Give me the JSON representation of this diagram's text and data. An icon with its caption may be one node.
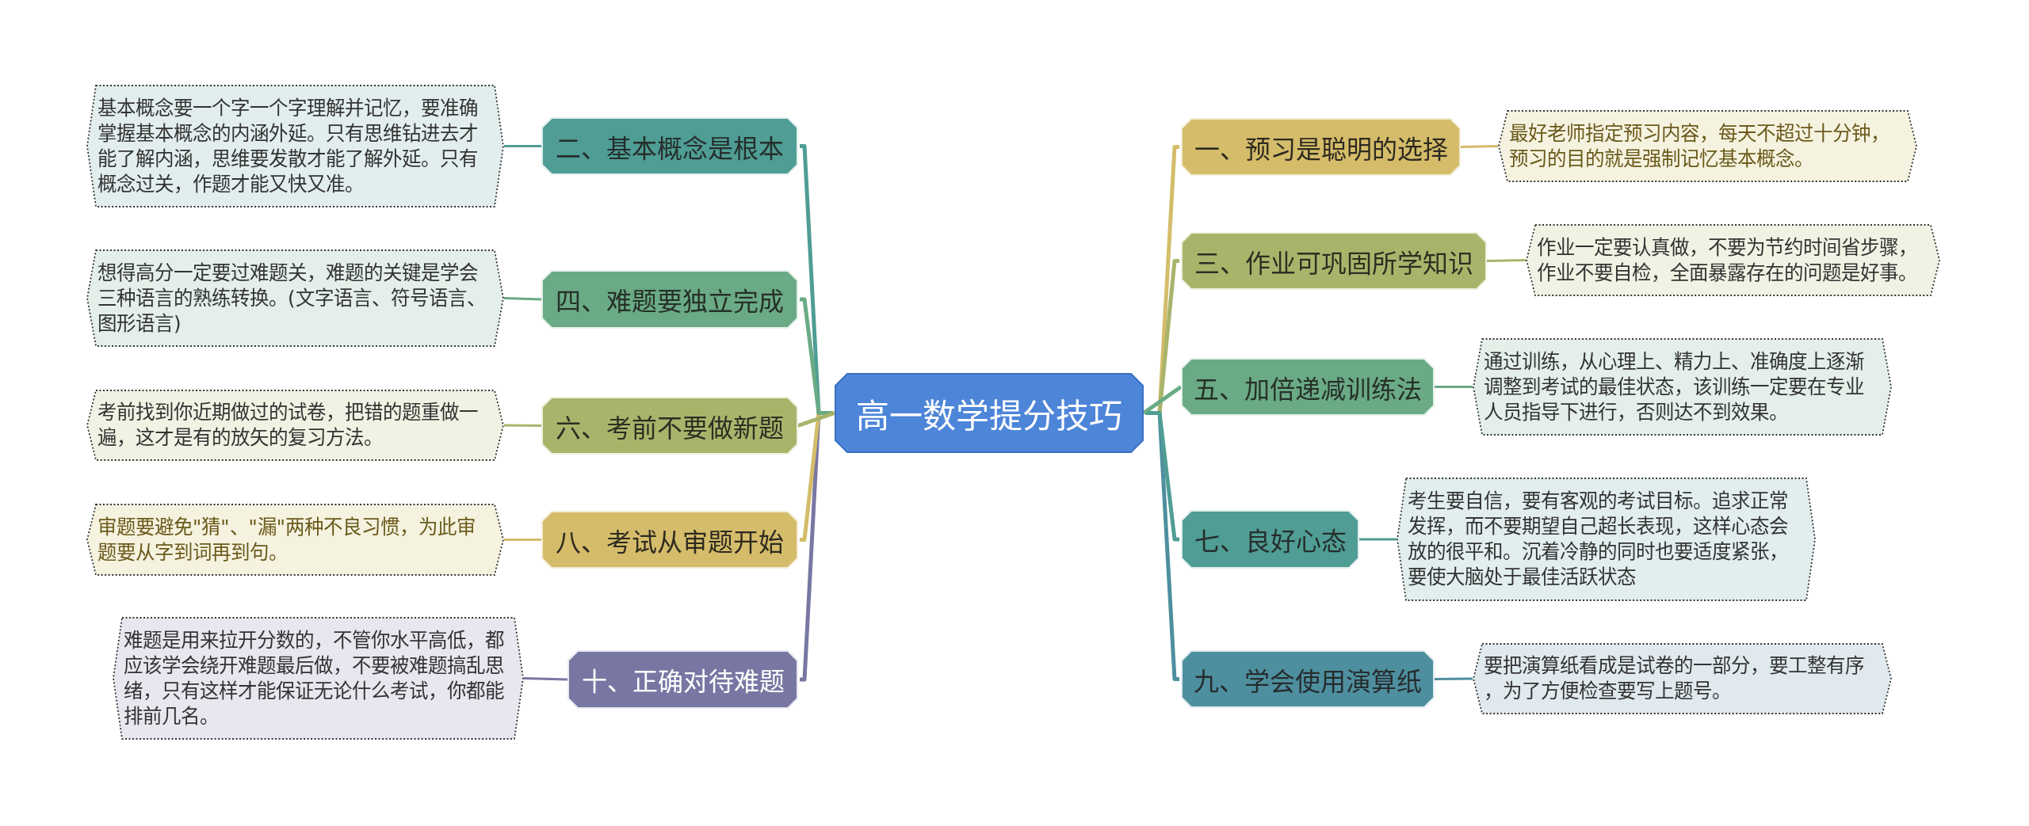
{
  "diagram": {
    "nodes": [
      {
        "text": [
          "高一数学提分技巧"
        ]
      },
      {
        "text": [
          "一、预习是聪明的选择"
        ]
      },
      {
        "text": [
          "最好老师指定预习内容，每天不超过十分钟，预习的目的就是强制记忆基本概念。"
        ]
      },
      {
        "text": [
          "二、基本概念是根本"
        ]
      },
      {
        "text": [
          "基本概念要一个字一个字理解并记忆，要准确掌握基本概念的内涵外延。只有思维钻进去才能了解内涵，思维要发散才能了解外延。只有概念过关，作题才能又快又准。"
        ]
      },
      {
        "text": [
          "三、作业可巩固所学知识"
        ]
      },
      {
        "text": [
          "作业一定要认真做，不要为节约时间省步骤，作业不要自检，全面暴露存在的问题是好事。"
        ]
      },
      {
        "text": [
          "四、难题要独立完成"
        ]
      },
      {
        "text": [
          "想得高分一定要过难题关，难题的关键是学会三种语言的熟练转换。(文字语言、符号语言、图形语言)"
        ]
      },
      {
        "text": [
          "五、加倍递减训练法"
        ]
      },
      {
        "text": [
          "通过训练，从心理上、精力上、准确度上逐渐调整到考试的最佳状态，该训练一定要在专业人员指导下进行，否则达不到效果。"
        ]
      },
      {
        "text": [
          "六、考前不要做新题"
        ]
      },
      {
        "text": [
          "考前找到你近期做过的试卷，把错的题重做一遍，这才是有的放矢的复习方法。"
        ]
      },
      {
        "text": [
          "七、良好心态"
        ]
      },
      {
        "text": [
          "考生要自信，要有客观的考试目标。追求正常发挥，而不要期望自己超长表现，这样心态会放的很平和。沉着冷静的同时也要适度紧张，要使大脑处于最佳活跃状态"
        ]
      },
      {
        "text": [
          "八、考试从审题开始"
        ]
      },
      {
        "text": [
          "审题要避免\"猜\"、\"漏\"两种不良习惯，为此审题要从字到词再到句。"
        ]
      },
      {
        "text": [
          "九、学会使用演算纸"
        ]
      },
      {
        "text": [
          "要把演算纸看成是试卷的一部分，要工整有序，为了方便检查要写上题号。"
        ]
      },
      {
        "text": [
          "十、正确对待难题"
        ]
      },
      {
        "text": [
          "难题是用来拉开分数的，不管你水平高低，都应该学会绕开难题最后做，不要被难题搞乱思绪，只有这样才能保证无论什么考试，你都能排前几名。"
        ]
      }
    ],
    "edges": [
      {
        "from": 0,
        "to": 1,
        "arrow": "none",
        "color": "#d4bc6a"
      },
      {
        "from": 1,
        "to": 2,
        "arrow": "none",
        "color": "#d4bc6a"
      },
      {
        "from": 0,
        "to": 3,
        "arrow": "none",
        "color": "#4f9d94"
      },
      {
        "from": 3,
        "to": 4,
        "arrow": "none",
        "color": "#4f9d94"
      },
      {
        "from": 0,
        "to": 5,
        "arrow": "none",
        "color": "#a9b46b"
      },
      {
        "from": 5,
        "to": 6,
        "arrow": "none",
        "color": "#a9b46b"
      },
      {
        "from": 0,
        "to": 7,
        "arrow": "none",
        "color": "#6aaa85"
      },
      {
        "from": 7,
        "to": 8,
        "arrow": "none",
        "color": "#6aaa85"
      },
      {
        "from": 0,
        "to": 9,
        "arrow": "none",
        "color": "#6aaa85"
      },
      {
        "from": 9,
        "to": 10,
        "arrow": "none",
        "color": "#6aaa85"
      },
      {
        "from": 0,
        "to": 11,
        "arrow": "none",
        "color": "#a9b46b"
      },
      {
        "from": 11,
        "to": 12,
        "arrow": "none",
        "color": "#a9b46b"
      },
      {
        "from": 0,
        "to": 13,
        "arrow": "none",
        "color": "#4f9d94"
      },
      {
        "from": 13,
        "to": 14,
        "arrow": "none",
        "color": "#4f9d94"
      },
      {
        "from": 0,
        "to": 15,
        "arrow": "none",
        "color": "#d4bc6a"
      },
      {
        "from": 15,
        "to": 16,
        "arrow": "none",
        "color": "#d4bc6a"
      },
      {
        "from": 0,
        "to": 17,
        "arrow": "none",
        "color": "#4e8f9f"
      },
      {
        "from": 17,
        "to": 18,
        "arrow": "none",
        "color": "#4e8f9f"
      },
      {
        "from": 0,
        "to": 19,
        "arrow": "none",
        "color": "#7877a3"
      },
      {
        "from": 19,
        "to": 20,
        "arrow": "none",
        "color": "#7877a3"
      }
    ]
  }
}
